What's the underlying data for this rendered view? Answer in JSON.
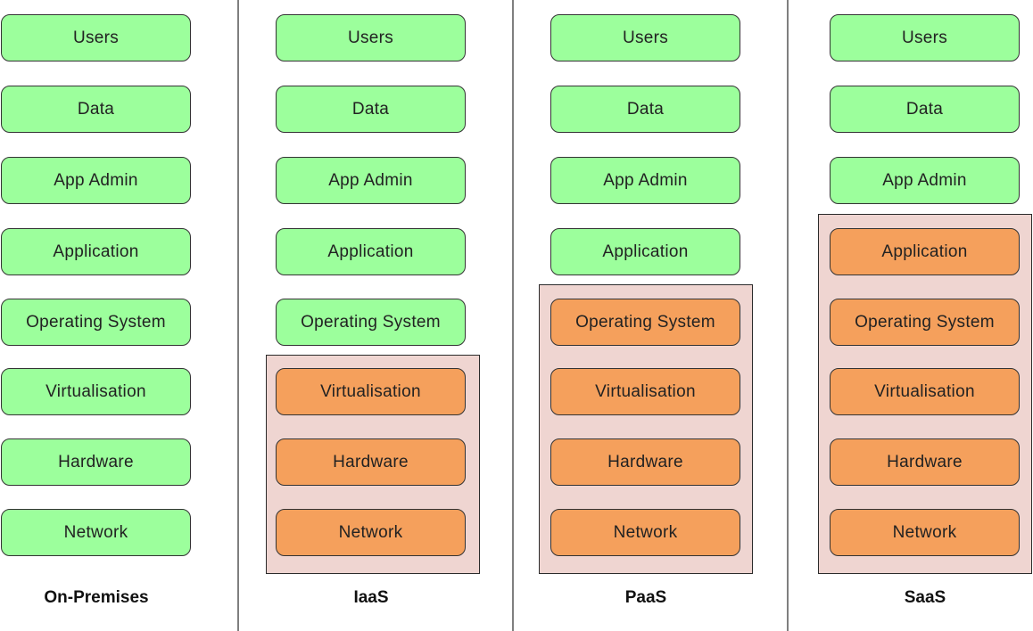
{
  "colors": {
    "user_managed": "#9cff9c",
    "provider_managed": "#f5a05c",
    "provider_region": "#efd5d1"
  },
  "columns": [
    {
      "label": "On-Premises",
      "layers": [
        {
          "label": "Users",
          "managed": "user"
        },
        {
          "label": "Data",
          "managed": "user"
        },
        {
          "label": "App Admin",
          "managed": "user"
        },
        {
          "label": "Application",
          "managed": "user"
        },
        {
          "label": "Operating System",
          "managed": "user"
        },
        {
          "label": "Virtualisation",
          "managed": "user"
        },
        {
          "label": "Hardware",
          "managed": "user"
        },
        {
          "label": "Network",
          "managed": "user"
        }
      ]
    },
    {
      "label": "IaaS",
      "layers": [
        {
          "label": "Users",
          "managed": "user"
        },
        {
          "label": "Data",
          "managed": "user"
        },
        {
          "label": "App Admin",
          "managed": "user"
        },
        {
          "label": "Application",
          "managed": "user"
        },
        {
          "label": "Operating System",
          "managed": "user"
        },
        {
          "label": "Virtualisation",
          "managed": "provider"
        },
        {
          "label": "Hardware",
          "managed": "provider"
        },
        {
          "label": "Network",
          "managed": "provider"
        }
      ]
    },
    {
      "label": "PaaS",
      "layers": [
        {
          "label": "Users",
          "managed": "user"
        },
        {
          "label": "Data",
          "managed": "user"
        },
        {
          "label": "App Admin",
          "managed": "user"
        },
        {
          "label": "Application",
          "managed": "user"
        },
        {
          "label": "Operating System",
          "managed": "provider"
        },
        {
          "label": "Virtualisation",
          "managed": "provider"
        },
        {
          "label": "Hardware",
          "managed": "provider"
        },
        {
          "label": "Network",
          "managed": "provider"
        }
      ]
    },
    {
      "label": "SaaS",
      "layers": [
        {
          "label": "Users",
          "managed": "user"
        },
        {
          "label": "Data",
          "managed": "user"
        },
        {
          "label": "App Admin",
          "managed": "user"
        },
        {
          "label": "Application",
          "managed": "provider"
        },
        {
          "label": "Operating System",
          "managed": "provider"
        },
        {
          "label": "Virtualisation",
          "managed": "provider"
        },
        {
          "label": "Hardware",
          "managed": "provider"
        },
        {
          "label": "Network",
          "managed": "provider"
        }
      ]
    }
  ]
}
